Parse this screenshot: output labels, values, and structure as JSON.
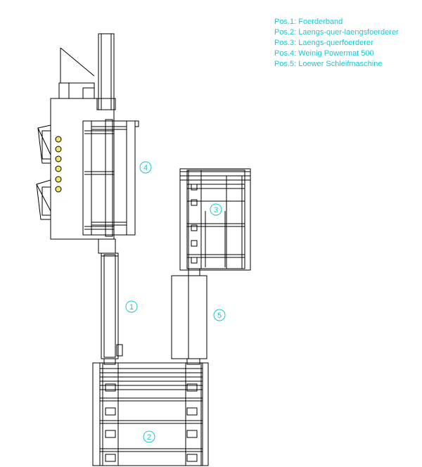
{
  "legend": {
    "items": [
      "Pos.1: Foerderband",
      "Pos.2: Laengs-quer-laengsfoerderer",
      "Pos.3: Laengs-querfoerderer",
      "Pos.4: Weinig Powermat 500",
      "Pos.5: Loewer Schleifmaschine"
    ]
  },
  "markers": {
    "m1": "1",
    "m2": "2",
    "m3": "3",
    "m4": "4",
    "m5": "5"
  },
  "colors": {
    "line": "#000000",
    "accent": "#19c8d2",
    "indicator": "#f2e66a"
  }
}
